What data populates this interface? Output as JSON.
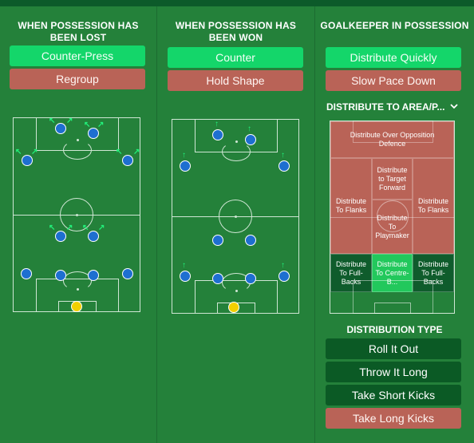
{
  "columns": {
    "lost": {
      "title": "WHEN POSSESSION HAS BEEN LOST",
      "options": [
        "Counter-Press",
        "Regroup"
      ]
    },
    "won": {
      "title": "WHEN POSSESSION HAS BEEN WON",
      "options": [
        "Counter",
        "Hold Shape"
      ]
    },
    "gk": {
      "title": "GOALKEEPER IN POSSESSION",
      "options": [
        "Distribute Quickly",
        "Slow Pace Down"
      ],
      "area_dropdown": "DISTRIBUTE TO AREA/P...",
      "zones": {
        "opposition_defence": "Distribute Over Opposition Defence",
        "flanks_left": "Distribute To Flanks",
        "target_forward": "Distribute to Target Forward",
        "flanks_right": "Distribute To Flanks",
        "playmaker": "Distribute To Playmaker",
        "fullbacks_left": "Distribute To Full-Backs",
        "centre_backs": "Distribute To Centre-B...",
        "fullbacks_right": "Distribute To Full-Backs"
      },
      "distribution_type_title": "DISTRIBUTION TYPE",
      "distribution_types": [
        "Roll It Out",
        "Throw It Long",
        "Take Short Kicks",
        "Take Long Kicks"
      ]
    }
  },
  "colors": {
    "background": "#24813a",
    "selected_green": "#14d66a",
    "selected_red": "#b96357",
    "dark_option": "#0b5a25",
    "player": "#1e6fd0",
    "goalkeeper": "#f2d000",
    "arrow": "#22f07a"
  }
}
